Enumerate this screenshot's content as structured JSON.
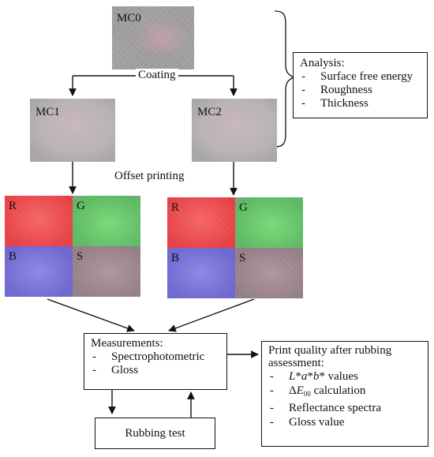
{
  "samples": {
    "mc0": "MC0",
    "mc1": "MC1",
    "mc2": "MC2"
  },
  "steps": {
    "coating": "Coating",
    "offset_printing": "Offset printing"
  },
  "printed_swatches": {
    "mc1": [
      "R",
      "G",
      "B",
      "S"
    ],
    "mc2": [
      "R",
      "G",
      "B",
      "S"
    ]
  },
  "analysis_box": {
    "title": "Analysis:",
    "items": [
      "Surface free energy",
      "Roughness",
      "Thickness"
    ]
  },
  "measurements_box": {
    "title": "Measurements:",
    "items": [
      "Spectrophotometric",
      "Gloss"
    ]
  },
  "rubbing_box": {
    "label": "Rubbing test"
  },
  "quality_box": {
    "title": "Print quality after rubbing assessment:",
    "items": [
      "L*a*b* values",
      "ΔE00 calculation",
      "Reflectance spectra",
      "Gloss value"
    ]
  },
  "colors": {
    "line": "#111111",
    "swatch_red": "#ee3f43",
    "swatch_green": "#5cbf63",
    "swatch_blue": "#6f68d6",
    "swatch_substrate": "#99828a"
  }
}
